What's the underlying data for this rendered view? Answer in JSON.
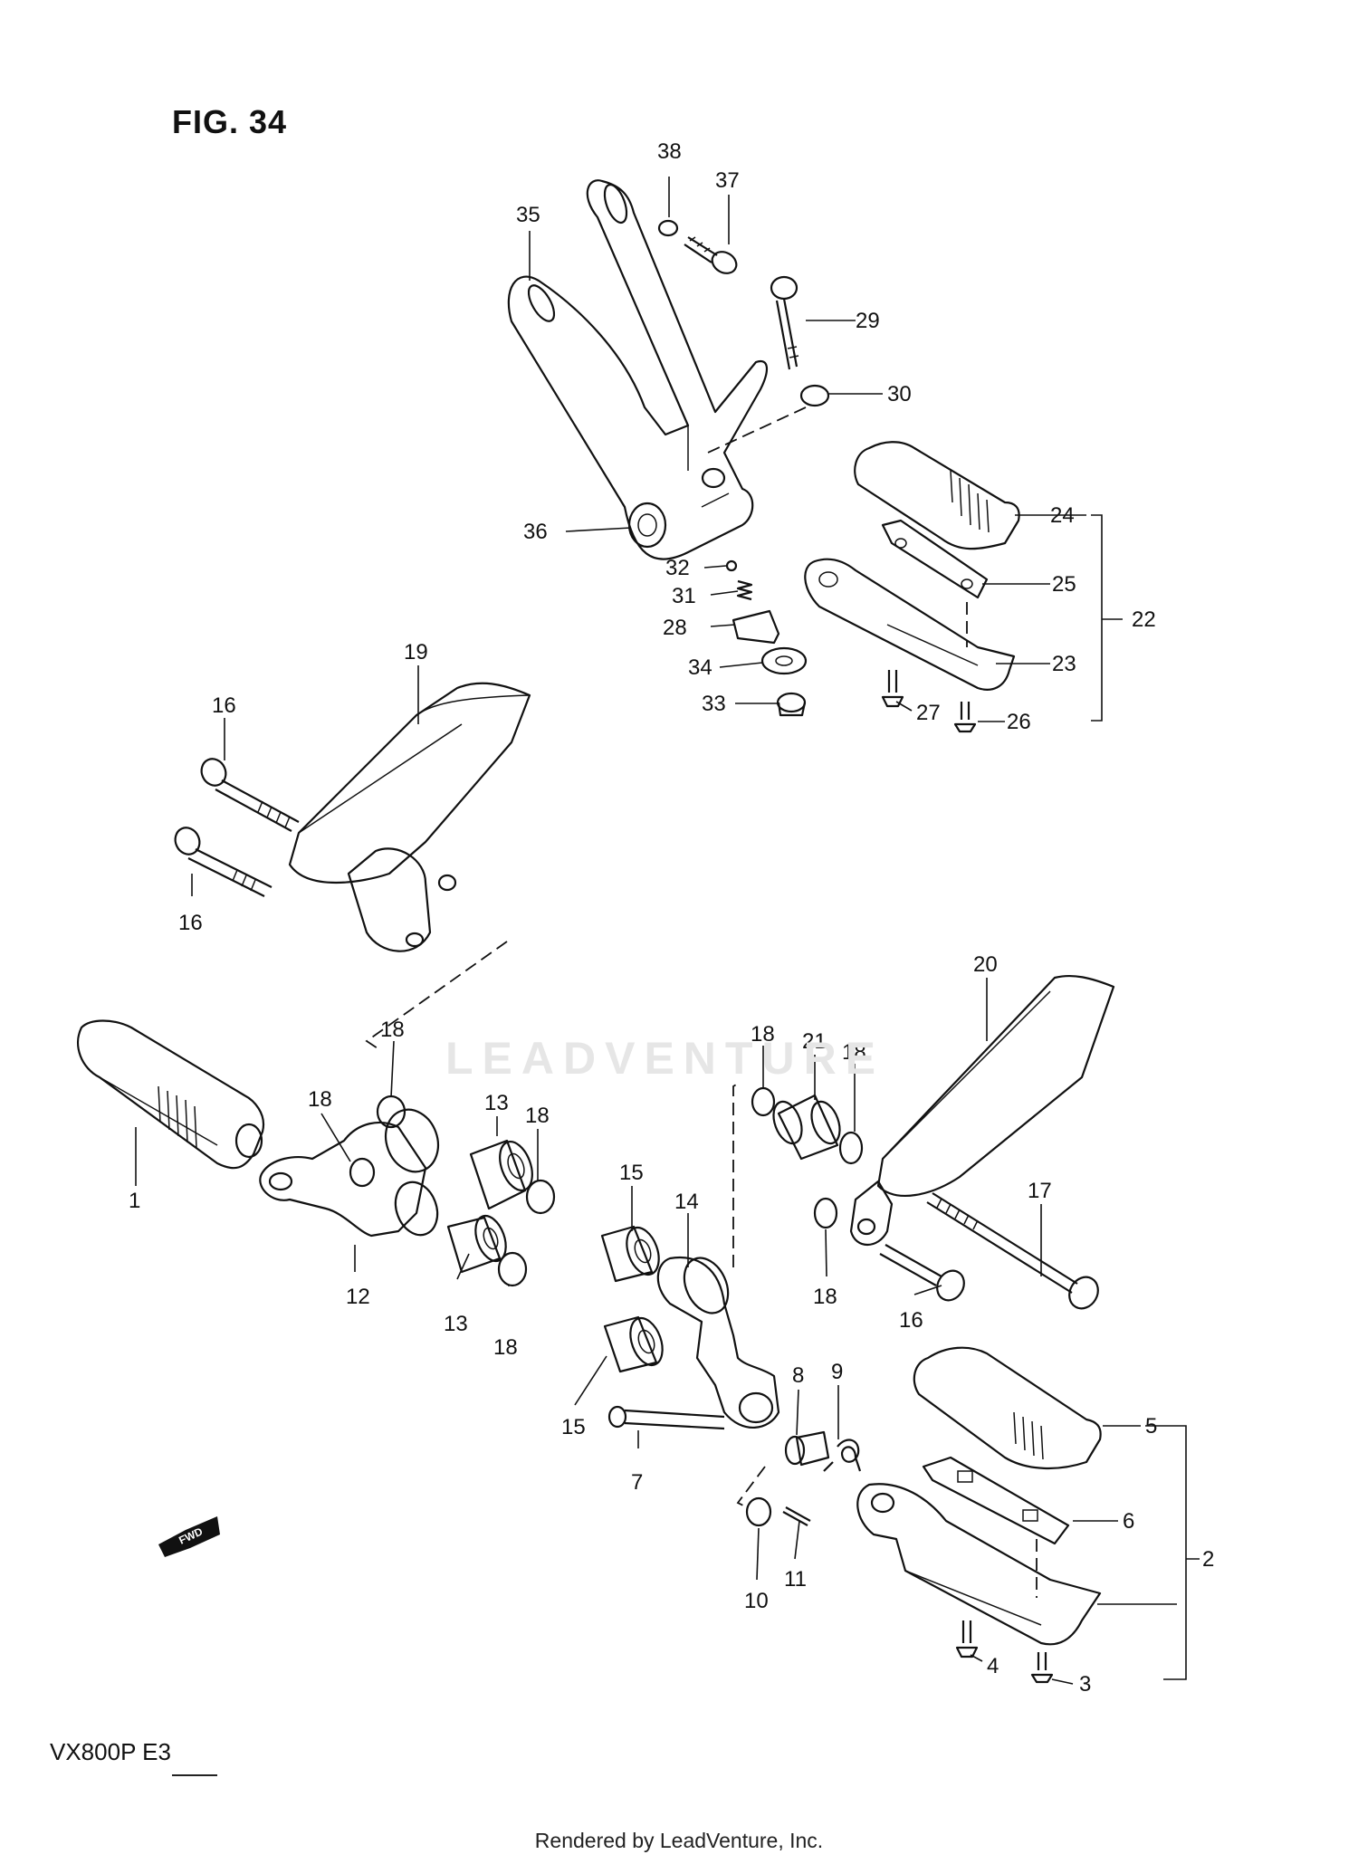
{
  "figure": {
    "title": "FIG. 34"
  },
  "model": "VX800P  E3",
  "footer": "Rendered by LeadVenture, Inc.",
  "watermark": "LEADVENTURE",
  "fwd_label": "FWD",
  "callouts": [
    {
      "id": "c1",
      "text": "1"
    },
    {
      "id": "c2",
      "text": "2"
    },
    {
      "id": "c3",
      "text": "3"
    },
    {
      "id": "c4",
      "text": "4"
    },
    {
      "id": "c5",
      "text": "5"
    },
    {
      "id": "c6",
      "text": "6"
    },
    {
      "id": "c7",
      "text": "7"
    },
    {
      "id": "c8",
      "text": "8"
    },
    {
      "id": "c9",
      "text": "9"
    },
    {
      "id": "c10",
      "text": "10"
    },
    {
      "id": "c11",
      "text": "11"
    },
    {
      "id": "c12",
      "text": "12"
    },
    {
      "id": "c13a",
      "text": "13"
    },
    {
      "id": "c13b",
      "text": "13"
    },
    {
      "id": "c14",
      "text": "14"
    },
    {
      "id": "c15a",
      "text": "15"
    },
    {
      "id": "c15b",
      "text": "15"
    },
    {
      "id": "c16a",
      "text": "16"
    },
    {
      "id": "c16b",
      "text": "16"
    },
    {
      "id": "c16c",
      "text": "16"
    },
    {
      "id": "c17",
      "text": "17"
    },
    {
      "id": "c18a",
      "text": "18"
    },
    {
      "id": "c18b",
      "text": "18"
    },
    {
      "id": "c18c",
      "text": "18"
    },
    {
      "id": "c18d",
      "text": "18"
    },
    {
      "id": "c18e",
      "text": "18"
    },
    {
      "id": "c18f",
      "text": "18"
    },
    {
      "id": "c18g",
      "text": "18"
    },
    {
      "id": "c19",
      "text": "19"
    },
    {
      "id": "c20",
      "text": "20"
    },
    {
      "id": "c21",
      "text": "21"
    },
    {
      "id": "c22",
      "text": "22"
    },
    {
      "id": "c23",
      "text": "23"
    },
    {
      "id": "c24",
      "text": "24"
    },
    {
      "id": "c25",
      "text": "25"
    },
    {
      "id": "c26",
      "text": "26"
    },
    {
      "id": "c27",
      "text": "27"
    },
    {
      "id": "c28",
      "text": "28"
    },
    {
      "id": "c29",
      "text": "29"
    },
    {
      "id": "c30",
      "text": "30"
    },
    {
      "id": "c31",
      "text": "31"
    },
    {
      "id": "c32",
      "text": "32"
    },
    {
      "id": "c33",
      "text": "33"
    },
    {
      "id": "c34",
      "text": "34"
    },
    {
      "id": "c35",
      "text": "35"
    },
    {
      "id": "c36",
      "text": "36"
    },
    {
      "id": "c37",
      "text": "37"
    },
    {
      "id": "c38",
      "text": "38"
    }
  ]
}
